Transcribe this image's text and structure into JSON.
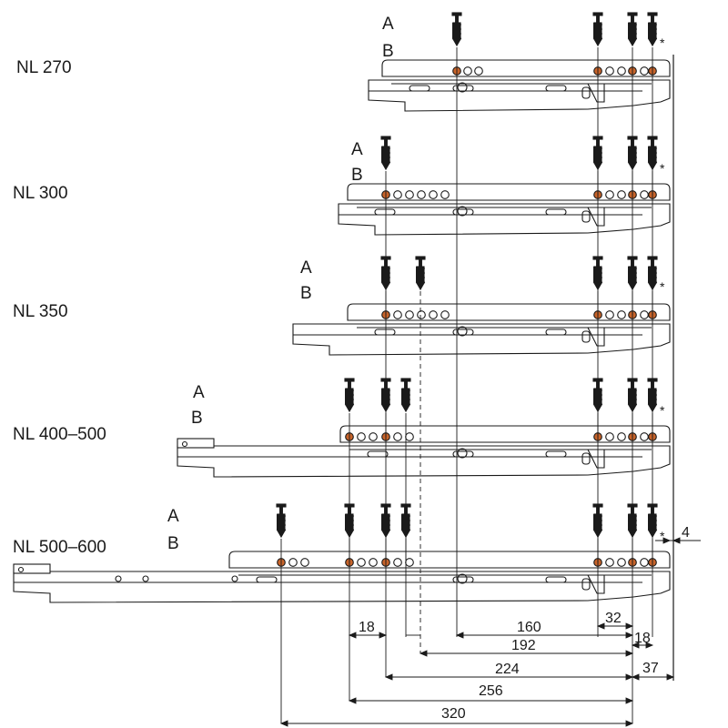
{
  "rows": [
    {
      "label": "NL 270",
      "a": "A",
      "b": "B",
      "star": "*"
    },
    {
      "label": "NL 300",
      "a": "A",
      "b": "B",
      "star": "*"
    },
    {
      "label": "NL 350",
      "a": "A",
      "b": "B",
      "star": "*"
    },
    {
      "label": "NL 400–500",
      "a": "A",
      "b": "B",
      "star": "*"
    },
    {
      "label": "NL 500–600",
      "a": "A",
      "b": "B",
      "star": "*"
    }
  ],
  "dims": {
    "d18_left": "18",
    "d160": "160",
    "d32": "32",
    "d192": "192",
    "d18_right": "18",
    "d224": "224",
    "d37": "37",
    "d256": "256",
    "d320": "320",
    "d4": "4"
  },
  "colors": {
    "hole_fill": "#c8642a",
    "line": "#1a1a1a",
    "rail_fill": "#ffffff"
  }
}
